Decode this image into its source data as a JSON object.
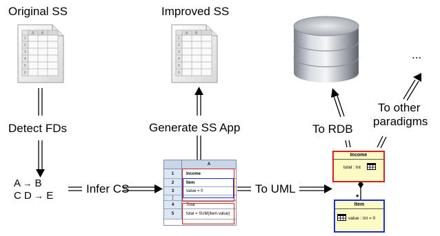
{
  "labels": {
    "original_ss": "Original SS",
    "improved_ss": "Improved SS",
    "detect_fds": "Detect FDs",
    "generate_ss_app": "Generate SS App",
    "to_rdb": "To RDB",
    "to_other_line1": "To other",
    "to_other_line2": "paradigms",
    "ellipsis": "...",
    "infer_cs": "Infer CS",
    "to_uml": "To UML"
  },
  "fds": [
    {
      "lhs": "A",
      "arrow": "→",
      "rhs": "B"
    },
    {
      "lhs": "C D",
      "arrow": "→",
      "rhs": "E"
    }
  ],
  "spreadsheet_icon": {
    "col_headers": [
      "A",
      "B"
    ],
    "row_numbers": [
      "1",
      "2",
      "3",
      "4",
      "5",
      "6"
    ]
  },
  "app_table": {
    "col_header": "A",
    "rows": [
      {
        "num": "1",
        "text": "Income",
        "bold": true
      },
      {
        "num": "2",
        "text": "Item",
        "bold": true
      },
      {
        "num": "3",
        "text": "value = 0",
        "bold": false
      },
      {
        "num": "⋮",
        "text": "",
        "bold": false
      },
      {
        "num": "4",
        "text": "Total",
        "bold": false
      },
      {
        "num": "5",
        "text": "total = SUM(Item.value)",
        "bold": false
      }
    ]
  },
  "uml": {
    "income": {
      "name": "Income",
      "attr": "total : Int"
    },
    "item": {
      "name": "Item",
      "attr": "value : Int = 0"
    },
    "multiplicity": "*"
  },
  "colors": {
    "red": "#d32020",
    "blue": "#1a2fd0",
    "uml_fill": "#fdfbc4",
    "table_header": "#c9d6ea",
    "table_num": "#dde6f3"
  }
}
